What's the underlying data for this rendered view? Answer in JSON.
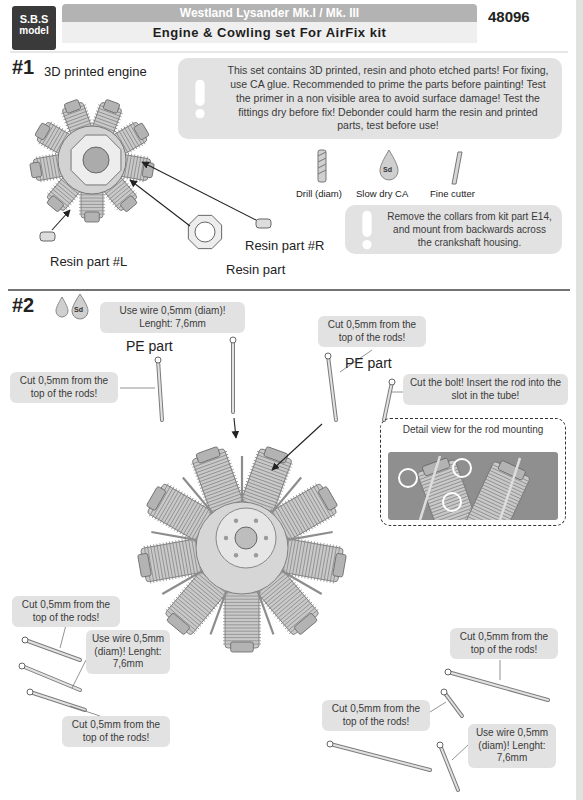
{
  "diagram": {
    "nodes": [
      {
        "text": [
          "S.B.S",
          "model"
        ]
      },
      {
        "text": [
          "Westland Lysander Mk.I / Mk. III",
          "Engine & Cowling set For AirFix kit"
        ]
      },
      {
        "text": [
          "This set contains 3D printed, resin and photo etched parts! For fixing, use CA glue. Recommended to prime the parts before painting! Test the primer in a non visible area to avoid surface damage! Test the fittings dry before fix! Debonder could harm the resin and printed parts, test before use!"
        ]
      },
      {
        "text": [
          "Remove the collars from kit part E14, and mount from backwards across the crankshaft housing."
        ]
      },
      {
        "text": [
          "Use wire 0,5mm (diam)! Lenght: 7,6mm"
        ]
      },
      {
        "text": [
          "Cut 0,5mm from the top of the rods!"
        ]
      },
      {
        "text": [
          "Cut 0,5mm from the top of the rods!"
        ]
      },
      {
        "text": [
          "Cut the bolt! Insert the rod into the slot in the tube!"
        ]
      },
      {
        "text": [
          "Detail view for the rod mounting"
        ]
      },
      {
        "text": [
          "Cut 0,5mm from the top of the rods!"
        ]
      },
      {
        "text": [
          "Cut 0,5mm from the top of the rods!"
        ]
      },
      {
        "text": [
          "Use wire 0,5mm (diam)! Lenght: 7,6mm"
        ]
      },
      {
        "text": [
          "Cut 0,5mm from the top of the rods!"
        ]
      },
      {
        "text": [
          "Cut 0,5mm from the top of the rods!"
        ]
      },
      {
        "text": [
          "Use wire 0,5mm (diam)! Lenght: 7,6mm"
        ]
      }
    ],
    "labels": [
      "48096",
      "#1",
      "3D printed engine",
      "Drill (diam)",
      "Sd",
      "Slow dry CA",
      "Fine cutter",
      "Resin part #R",
      "Resin part #L",
      "Resin part",
      "#2",
      "Sd",
      "PE part",
      "PE part"
    ]
  }
}
